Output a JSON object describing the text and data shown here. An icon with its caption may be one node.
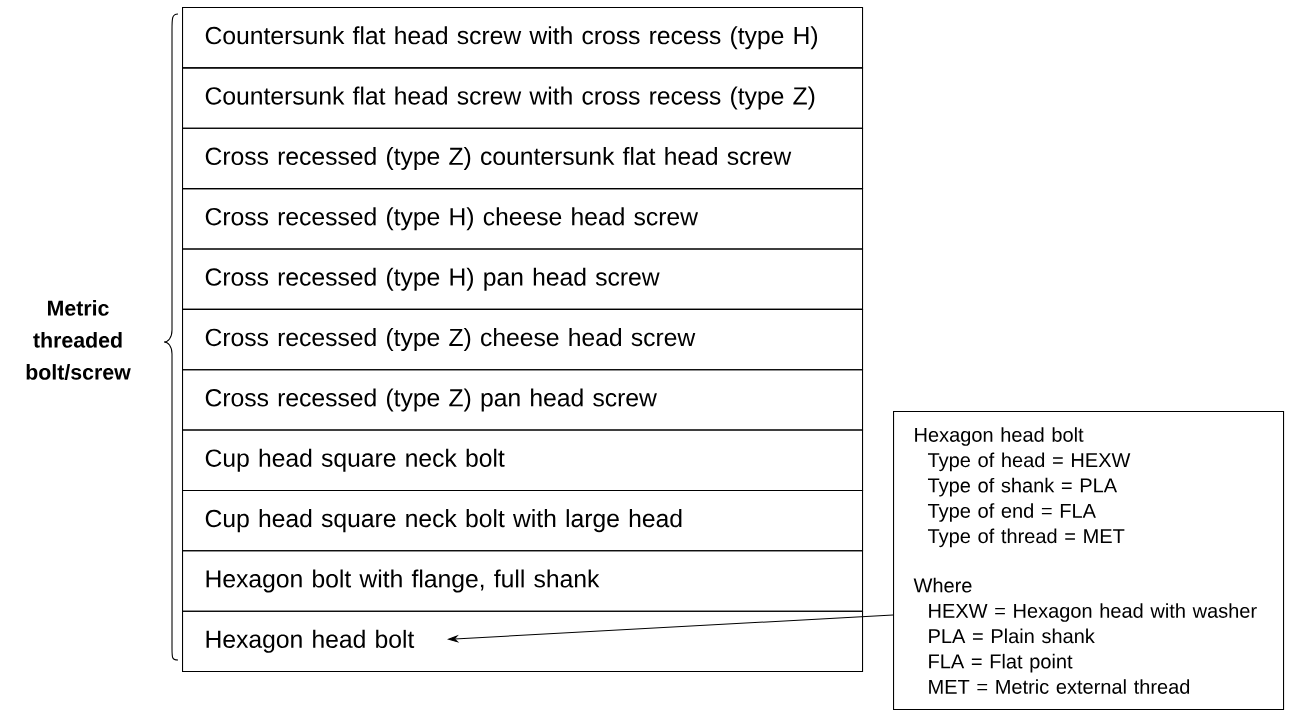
{
  "diagram": {
    "nodes": [
      {
        "text": [
          "Countersunk flat head screw with cross recess (type H)"
        ]
      },
      {
        "text": [
          "Countersunk flat head screw with cross recess (type Z)"
        ]
      },
      {
        "text": [
          "Cross recessed (type Z) countersunk flat head screw"
        ]
      },
      {
        "text": [
          "Cross recessed (type H) cheese head screw"
        ]
      },
      {
        "text": [
          "Cross recessed (type H) pan head screw"
        ]
      },
      {
        "text": [
          "Cross recessed (type Z) cheese head screw"
        ]
      },
      {
        "text": [
          "Cross recessed (type Z) pan head screw"
        ]
      },
      {
        "text": [
          "Cup head square neck bolt"
        ]
      },
      {
        "text": [
          "Cup head square neck bolt with large head"
        ]
      },
      {
        "text": [
          "Hexagon bolt with flange, full shank"
        ]
      },
      {
        "text": [
          "Hexagon head bolt"
        ]
      },
      {
        "text": [
          "Hexagon head bolt",
          "Type of head = HEXW",
          "Type of shank = PLA",
          "Type of end = FLA",
          "Type of thread = MET",
          "Where",
          "HEXW = Hexagon head with washer",
          "PLA = Plain shank",
          "FLA = Flat point",
          "MET = Metric external thread"
        ]
      }
    ],
    "edges": [
      {
        "from": 11,
        "to": 10,
        "arrow": "to"
      }
    ],
    "labels": [
      "Metric threaded bolt/screw"
    ]
  }
}
